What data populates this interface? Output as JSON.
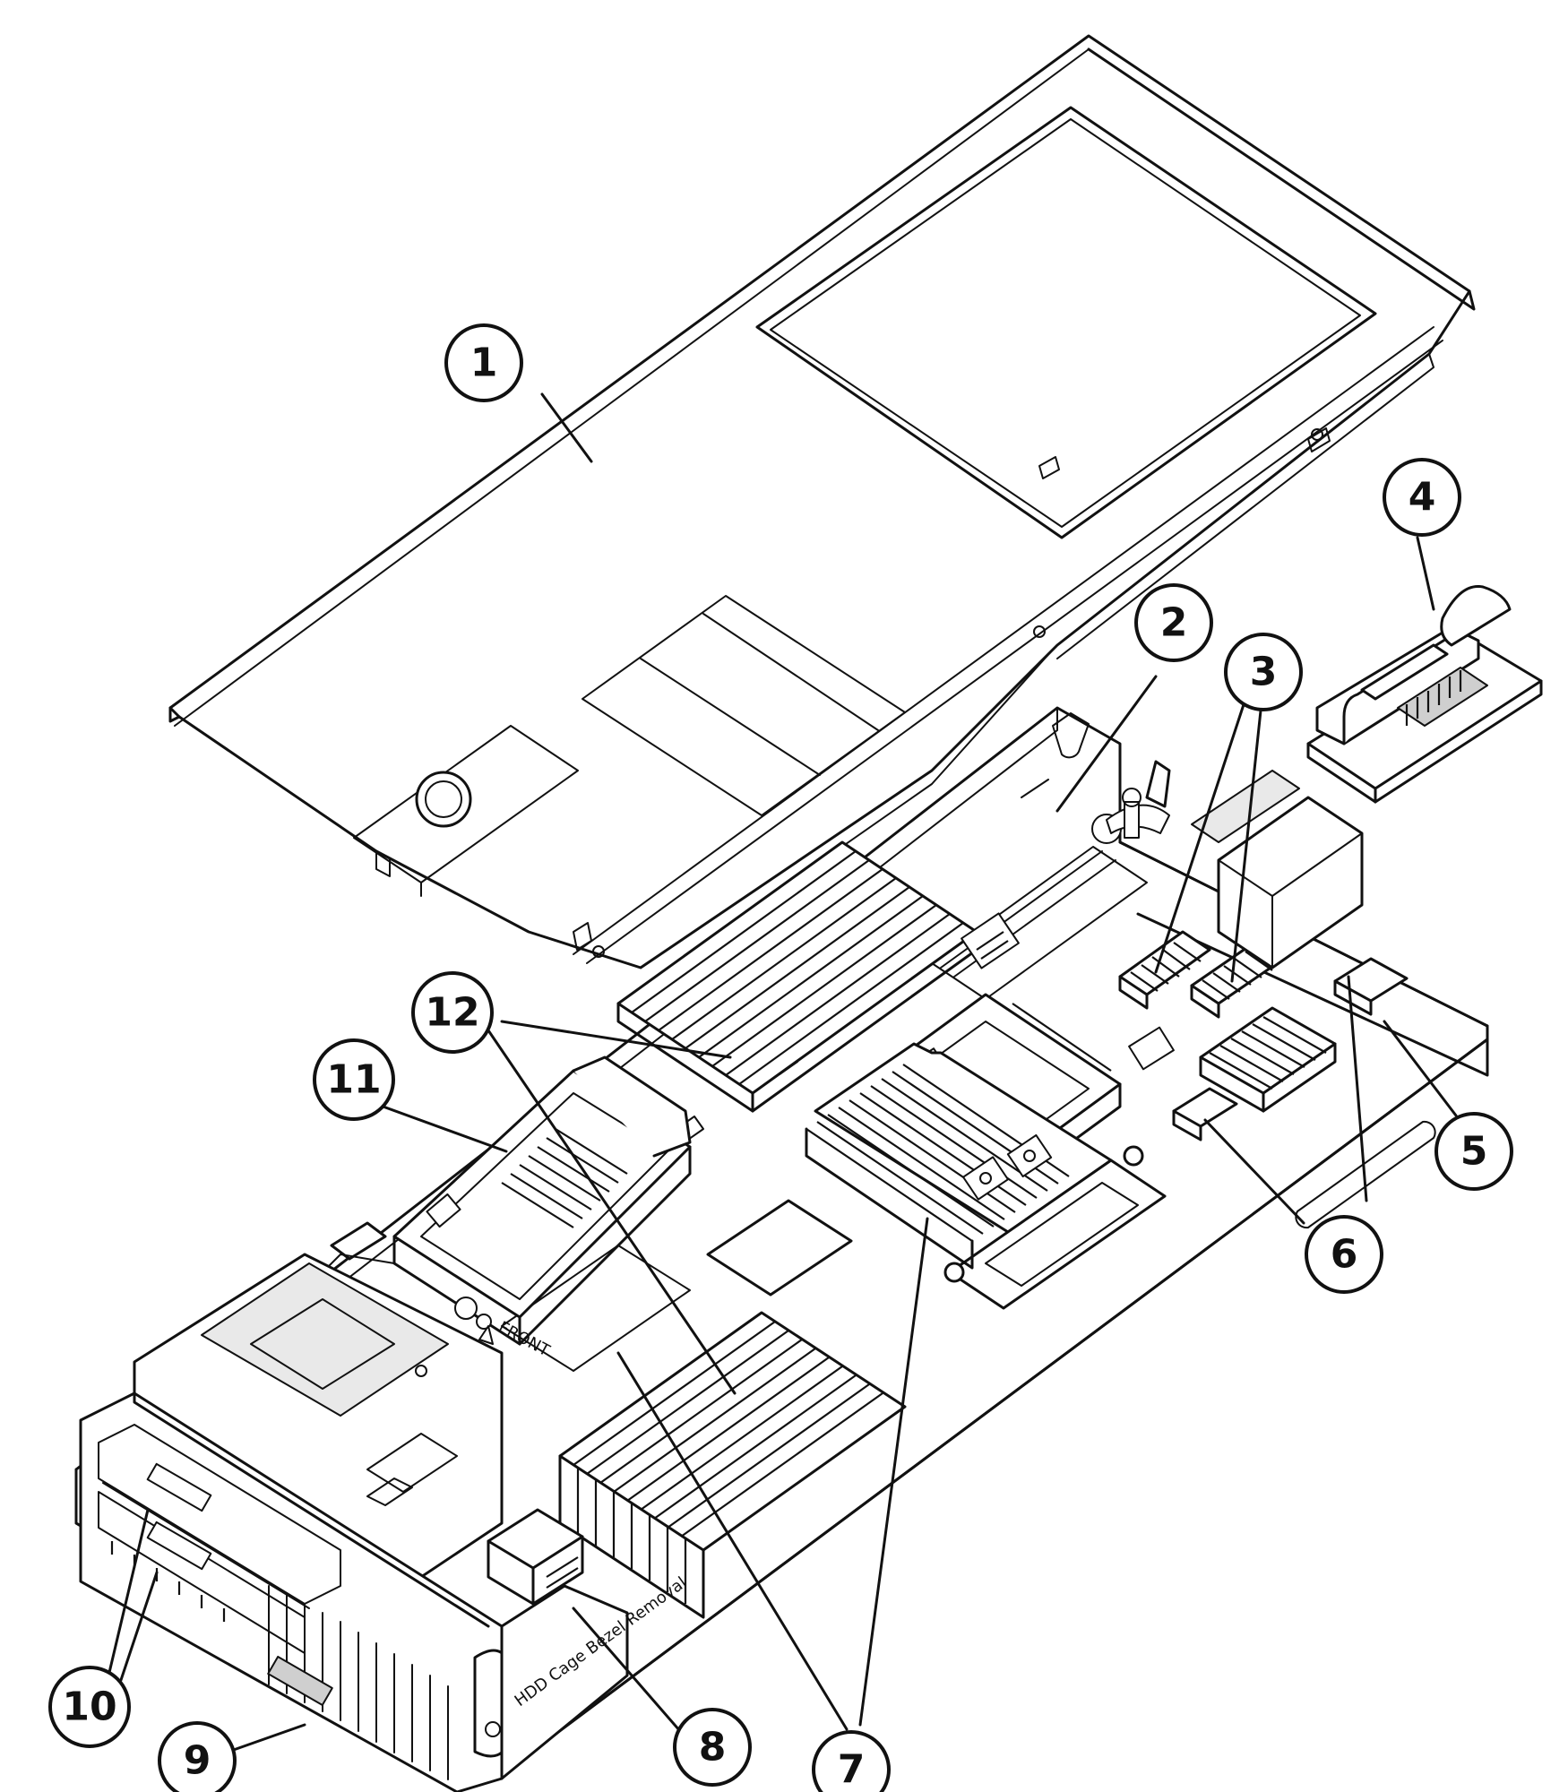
{
  "diagram": {
    "callouts": [
      {
        "id": "1",
        "label": "1"
      },
      {
        "id": "2",
        "label": "2"
      },
      {
        "id": "3",
        "label": "3"
      },
      {
        "id": "4",
        "label": "4"
      },
      {
        "id": "5",
        "label": "5"
      },
      {
        "id": "6",
        "label": "6"
      },
      {
        "id": "7",
        "label": "7"
      },
      {
        "id": "8",
        "label": "8"
      },
      {
        "id": "9",
        "label": "9"
      },
      {
        "id": "10",
        "label": "10"
      },
      {
        "id": "11",
        "label": "11"
      },
      {
        "id": "12",
        "label": "12"
      }
    ],
    "printed_text": {
      "front_label": "FRONT",
      "bezel_label": "HDD Cage Bezel Removal"
    }
  }
}
